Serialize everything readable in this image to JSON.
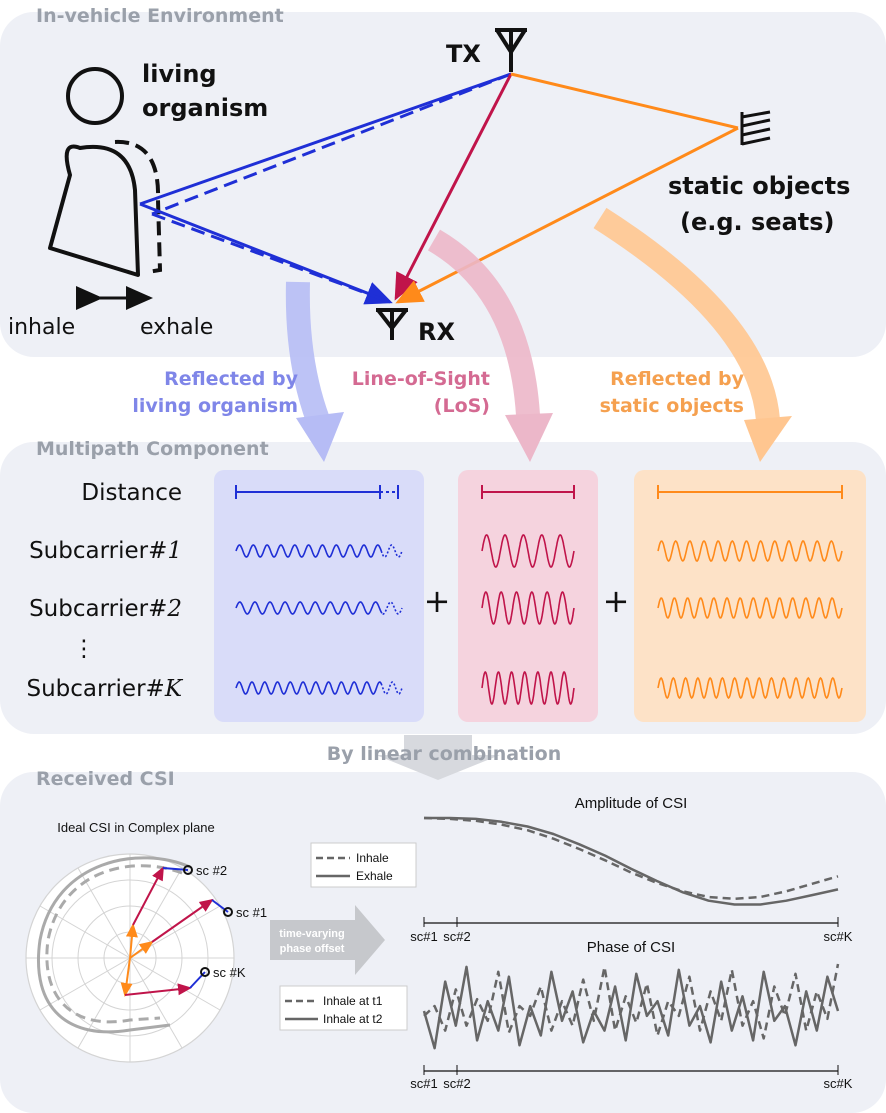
{
  "sections": {
    "environment": "In-vehicle Environment",
    "multipath": "Multipath Component",
    "received": "Received CSI"
  },
  "environment": {
    "tx": "TX",
    "rx": "RX",
    "organism_line1": "living",
    "organism_line2": "organism",
    "static_line1": "static objects",
    "static_line2": "(e.g. seats)",
    "inhale": "inhale",
    "exhale": "exhale"
  },
  "paths": {
    "reflected_organism_1": "Reflected by",
    "reflected_organism_2": "living organism",
    "los_1": "Line-of-Sight",
    "los_2": "(LoS)",
    "reflected_static_1": "Reflected by",
    "reflected_static_2": "static objects",
    "colors": {
      "organism": "#1f2fd6",
      "los": "#c0144a",
      "static": "#ff8a1a"
    }
  },
  "multipath": {
    "row_distance": "Distance",
    "row_sc1_prefix": "Subcarrier",
    "row_sc1_hash": "#1",
    "row_sc2_prefix": "Subcarrier",
    "row_sc2_hash": "#2",
    "row_vdots": "⋮",
    "row_scK_prefix": "Subcarrier",
    "row_scK_hash": "#",
    "row_scK_var": "K",
    "plus1": "+",
    "plus2": "+",
    "combination": "By linear combination"
  },
  "received": {
    "polar_title": "Ideal CSI in Complex plane",
    "sc2": "sc #2",
    "sc1": "sc #1",
    "scK": "sc #K",
    "arrow_line1": "time-varying",
    "arrow_line2": "phase offset"
  },
  "chart_data": [
    {
      "type": "line",
      "title": "Amplitude of CSI",
      "x_ticks": [
        "sc#1",
        "sc#2",
        "sc#K"
      ],
      "series": [
        {
          "name": "Inhale",
          "style": "dashed",
          "values": [
            1.0,
            0.99,
            0.97,
            0.93,
            0.87,
            0.78,
            0.67,
            0.55,
            0.42,
            0.31,
            0.22,
            0.16,
            0.14,
            0.16,
            0.22,
            0.3,
            0.38
          ]
        },
        {
          "name": "Exhale",
          "style": "solid",
          "values": [
            1.0,
            1.0,
            0.99,
            0.96,
            0.91,
            0.83,
            0.72,
            0.6,
            0.46,
            0.33,
            0.21,
            0.12,
            0.08,
            0.08,
            0.12,
            0.18,
            0.24
          ]
        }
      ]
    },
    {
      "type": "line",
      "title": "Phase of CSI",
      "x_ticks": [
        "sc#1",
        "sc#2",
        "sc#K"
      ],
      "series": [
        {
          "name": "Inhale at t1",
          "style": "dashed",
          "values": [
            0.45,
            0.55,
            0.3,
            0.72,
            0.35,
            0.62,
            0.4,
            0.9,
            0.28,
            0.55,
            0.45,
            0.75,
            0.3,
            0.6,
            0.35,
            0.82,
            0.4,
            0.95,
            0.3,
            0.65,
            0.38,
            0.78,
            0.25,
            0.6,
            0.45,
            0.85,
            0.3,
            0.7,
            0.4,
            0.92,
            0.35,
            0.6,
            0.22,
            0.75,
            0.45,
            0.88,
            0.3,
            0.7,
            0.42,
            0.98
          ]
        },
        {
          "name": "Inhale at t2",
          "style": "solid",
          "values": [
            0.5,
            0.12,
            0.8,
            0.35,
            0.95,
            0.2,
            0.6,
            0.3,
            0.85,
            0.15,
            0.55,
            0.25,
            0.9,
            0.4,
            0.7,
            0.18,
            0.5,
            0.3,
            0.75,
            0.2,
            0.88,
            0.45,
            0.6,
            0.25,
            0.92,
            0.35,
            0.55,
            0.18,
            0.8,
            0.3,
            0.65,
            0.2,
            0.9,
            0.4,
            0.55,
            0.15,
            0.7,
            0.3,
            0.85,
            0.5
          ]
        }
      ]
    }
  ]
}
